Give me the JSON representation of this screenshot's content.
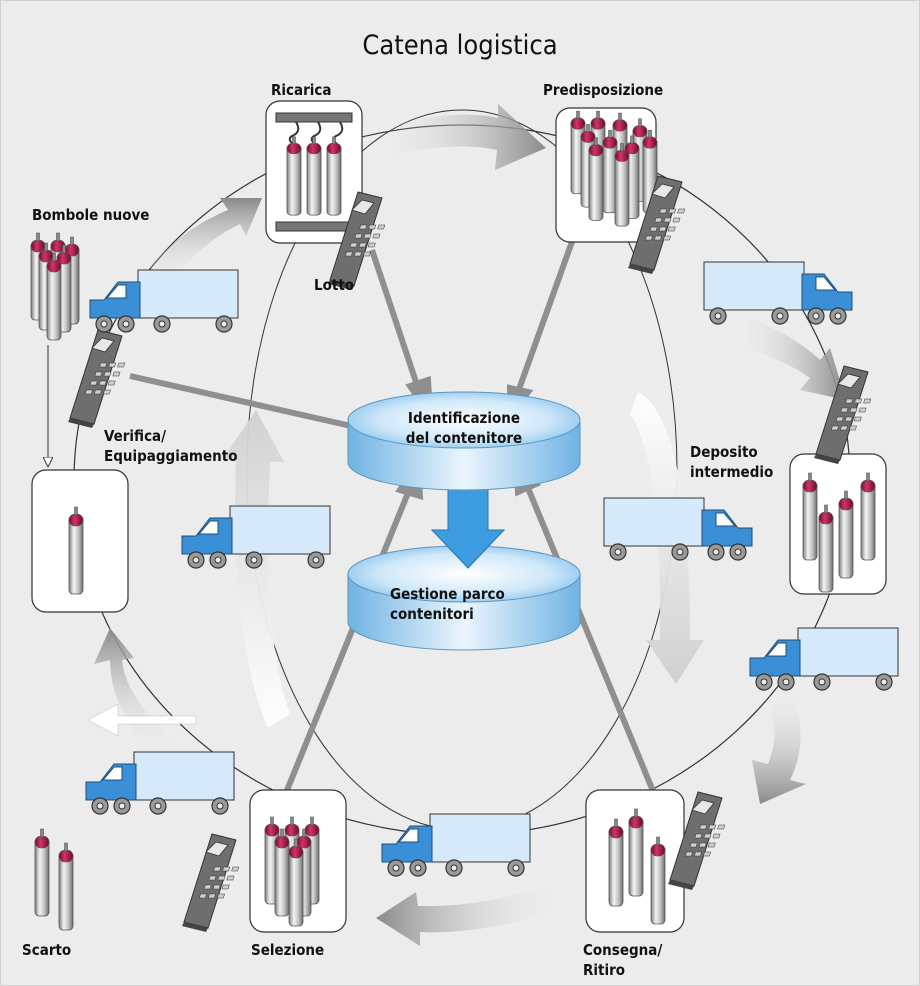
{
  "title": "Catena logistica",
  "stages": {
    "ricarica": "Ricarica",
    "predisposizione": "Predisposizione",
    "bombole_nuove": "Bombole nuove",
    "lotto": "Lotto",
    "verifica_line1": "Verifica/",
    "verifica_line2": "Equipaggiamento",
    "deposito_line1": "Deposito",
    "deposito_line2": "intermedio",
    "scarto": "Scarto",
    "selezione": "Selezione",
    "consegna_line1": "Consegna/",
    "consegna_line2": "Ritiro"
  },
  "databases": {
    "top_line1": "Identificazione",
    "top_line2": "del contenitore",
    "bottom_line1": "Gestione parco",
    "bottom_line2": "contenitori"
  },
  "colors": {
    "background": "#ececec",
    "truck_cab": "#3a8fd6",
    "truck_box": "#d6e9fb",
    "database": "#8ac6f0",
    "cylinder_cap": "#b0124a",
    "arrow_gray": "#8a8a8a",
    "scanner": "#6e6e6e"
  }
}
